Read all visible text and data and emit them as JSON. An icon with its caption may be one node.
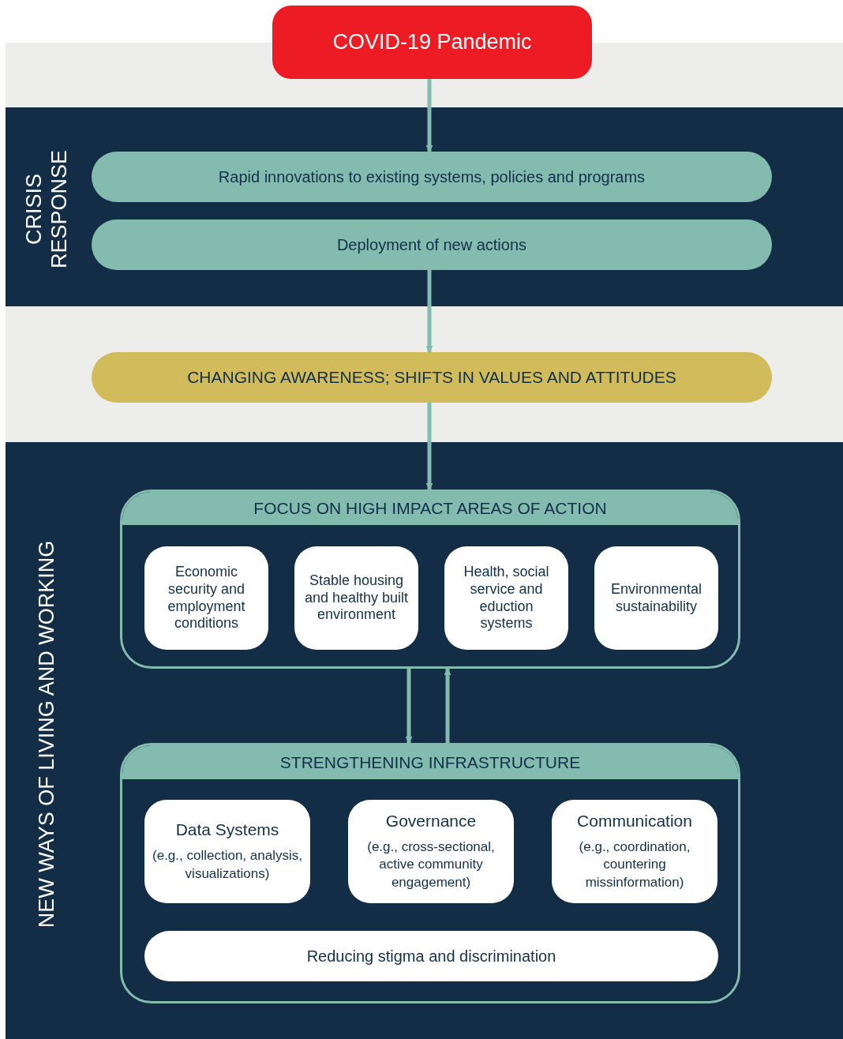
{
  "diagram": {
    "nodes": [
      {
        "text": [
          "COVID-19 Pandemic"
        ]
      },
      {
        "text": [
          "CRISIS RESPONSE"
        ]
      },
      {
        "text": [
          "Rapid innovations to existing systems, policies and programs"
        ],
        "in": 1
      },
      {
        "text": [
          "Deployment of new actions"
        ],
        "in": 1
      },
      {
        "text": [
          "CHANGING AWARENESS; SHIFTS IN VALUES AND ATTITUDES"
        ]
      },
      {
        "text": [
          "NEW WAYS OF LIVING AND WORKING"
        ]
      },
      {
        "text": [
          "FOCUS ON HIGH IMPACT AREAS OF ACTION"
        ],
        "in": 5
      },
      {
        "text": [
          "Economic security and employment conditions"
        ],
        "in": 6
      },
      {
        "text": [
          "Stable housing and healthy built environment"
        ],
        "in": 6
      },
      {
        "text": [
          "Health, social service and eduction systems"
        ],
        "in": 6
      },
      {
        "text": [
          "Environmental sustainability"
        ],
        "in": 6
      },
      {
        "text": [
          "STRENGTHENING INFRASTRUCTURE"
        ],
        "in": 5
      },
      {
        "text": [
          "Data Systems",
          "(e.g., collection, analysis, visualizations)"
        ],
        "in": 11
      },
      {
        "text": [
          "Governance",
          "(e.g., cross-sectional, active community engagement)"
        ],
        "in": 11
      },
      {
        "text": [
          "Communication",
          "(e.g., coordination, countering missinformation)"
        ],
        "in": 11
      },
      {
        "text": [
          "Reducing stigma and discrimination"
        ],
        "in": 11
      }
    ],
    "edges": [
      {
        "from": 0,
        "to": 2,
        "arrow": "to"
      },
      {
        "from": 3,
        "to": 4,
        "arrow": "to"
      },
      {
        "from": 4,
        "to": 6,
        "arrow": "to"
      },
      {
        "from": 6,
        "to": 11,
        "arrow": "to"
      },
      {
        "from": 11,
        "to": 6,
        "arrow": "to"
      }
    ]
  }
}
